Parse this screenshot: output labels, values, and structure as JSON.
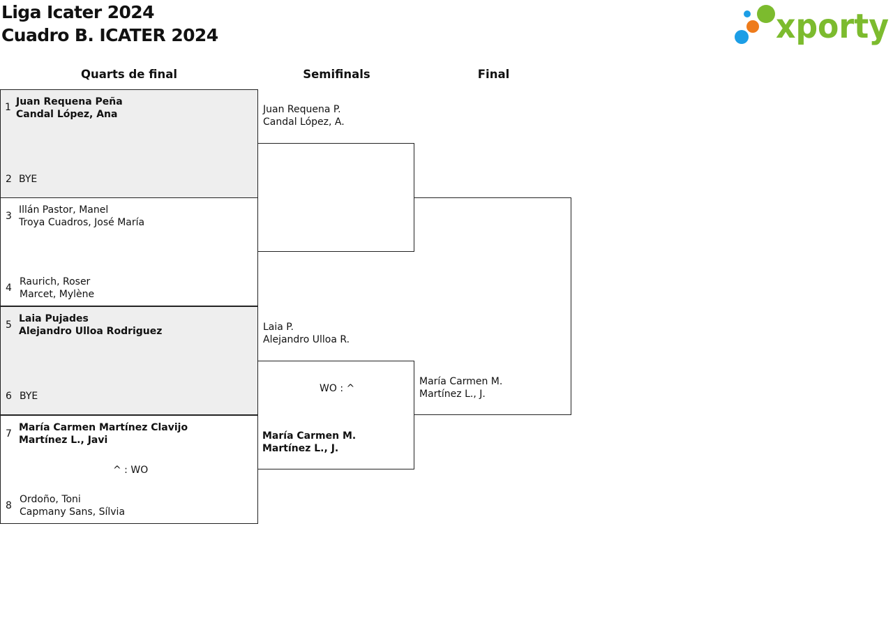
{
  "header": {
    "line1": "Liga Icater 2024",
    "line2": "Cuadro B. ICATER 2024"
  },
  "logo": {
    "text": "xporty",
    "colors": {
      "green": "#7cbb2e",
      "blue": "#1c9ee6",
      "orange": "#ee7b1b"
    }
  },
  "columns": {
    "quarters": "Quarts de final",
    "semis": "Semifinals",
    "final": "Final"
  },
  "quarterfinals": [
    {
      "top": {
        "seed": "1",
        "line1": "Juan Requena Peña",
        "line2": "Candal López, Ana",
        "winner": true
      },
      "bottom": {
        "seed": "2",
        "line1": "BYE",
        "line2": "",
        "winner": false
      },
      "score": "",
      "shaded": true
    },
    {
      "top": {
        "seed": "3",
        "line1": "Illán Pastor, Manel",
        "line2": "Troya Cuadros, José María",
        "winner": false
      },
      "bottom": {
        "seed": "4",
        "line1": "Raurich, Roser",
        "line2": "Marcet, Mylène",
        "winner": false
      },
      "score": "",
      "shaded": false
    },
    {
      "top": {
        "seed": "5",
        "line1": "Laia Pujades",
        "line2": "Alejandro Ulloa Rodriguez",
        "winner": true
      },
      "bottom": {
        "seed": "6",
        "line1": "BYE",
        "line2": "",
        "winner": false
      },
      "score": "",
      "shaded": true
    },
    {
      "top": {
        "seed": "7",
        "line1": "María Carmen Martínez Clavijo",
        "line2": "Martínez L., Javi",
        "winner": true
      },
      "bottom": {
        "seed": "8",
        "line1": "Ordoño, Toni",
        "line2": "Capmany Sans, Sílvia",
        "winner": false
      },
      "score": "^ : WO",
      "shaded": false
    }
  ],
  "semifinals": [
    {
      "top": {
        "line1": "Juan Requena P.",
        "line2": "Candal López, A.",
        "winner": false
      },
      "bottom": {
        "line1": "",
        "line2": "",
        "winner": false
      },
      "score": ""
    },
    {
      "top": {
        "line1": "Laia P.",
        "line2": "Alejandro Ulloa R.",
        "winner": false
      },
      "bottom": {
        "line1": "María Carmen M.",
        "line2": "Martínez L., J.",
        "winner": true
      },
      "score": "WO : ^"
    }
  ],
  "final": {
    "top": {
      "line1": "",
      "line2": ""
    },
    "bottom": {
      "line1": "María Carmen M.",
      "line2": "Martínez L., J."
    },
    "score": ""
  }
}
